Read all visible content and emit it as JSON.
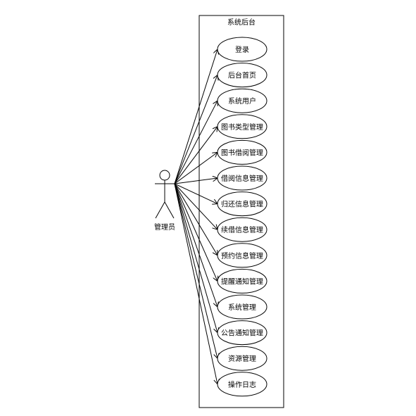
{
  "diagram": {
    "system_boundary": {
      "title": "系统后台"
    },
    "actor": {
      "label": "管理员"
    },
    "use_cases": [
      {
        "label": "登录"
      },
      {
        "label": "后台首页"
      },
      {
        "label": "系统用户"
      },
      {
        "label": "图书类型管理"
      },
      {
        "label": "图书借阅管理"
      },
      {
        "label": "借阅信息管理"
      },
      {
        "label": "归还信息管理"
      },
      {
        "label": "续借信息管理"
      },
      {
        "label": "预约信息管理"
      },
      {
        "label": "提醒通知管理"
      },
      {
        "label": "系统管理"
      },
      {
        "label": "公告通知管理"
      },
      {
        "label": "资源管理"
      },
      {
        "label": "操作日志"
      }
    ],
    "colors": {
      "stroke": "#000000",
      "background": "#ffffff"
    }
  }
}
